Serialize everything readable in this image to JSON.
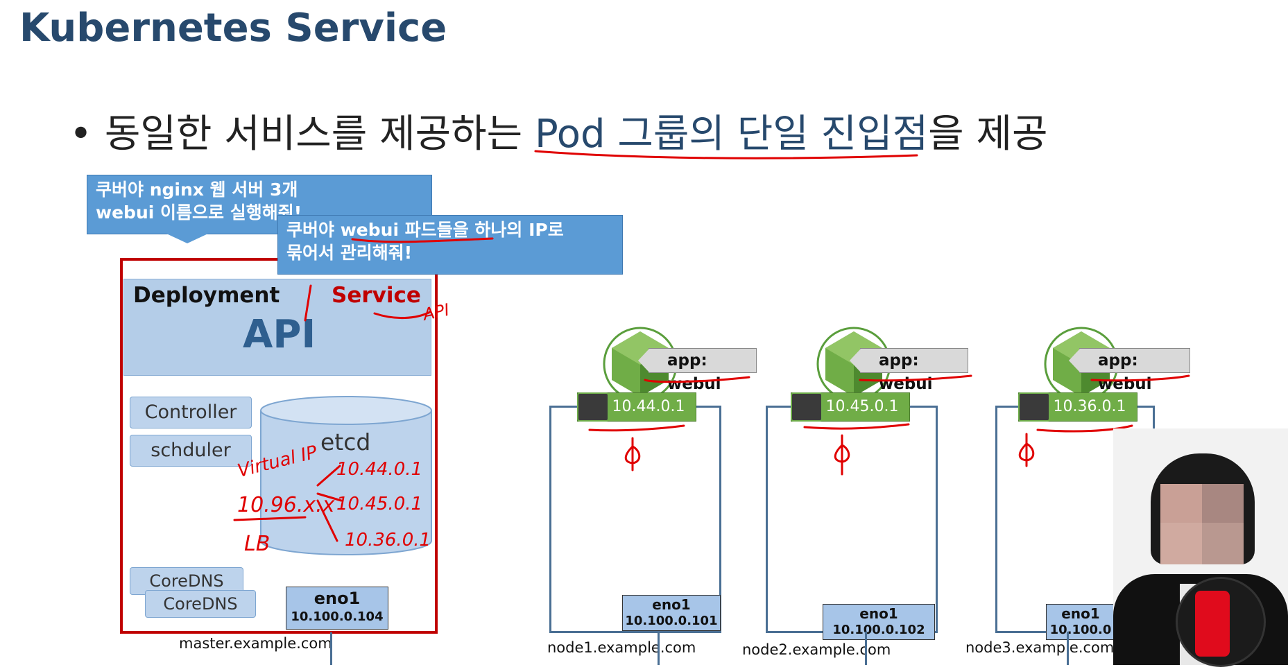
{
  "title": "Kubernetes Service",
  "bullet": {
    "marker": "•",
    "before": "동일한 서비스를 제공하는 ",
    "highlight": "Pod 그룹의 단일 진입점",
    "after": "을 제공"
  },
  "callouts": {
    "deploy_line1": "쿠버야 nginx 웹 서버 3개",
    "deploy_line2": "webui 이름으로 실행해줘!",
    "service_line1": "쿠버야 webui 파드들을 하나의 IP로",
    "service_line2": "묶어서 관리해줘!"
  },
  "master": {
    "deployment_label": "Deployment",
    "api_label": "API",
    "service_label": "Service",
    "controller": "Controller",
    "scheduler": "schduler",
    "etcd": "etcd",
    "coredns1": "CoreDNS",
    "coredns2": "CoreDNS",
    "eno_name": "eno1",
    "eno_ip": "10.100.0.104",
    "hostname": "master.example.com"
  },
  "nodes": [
    {
      "pod_ip": "10.44.0.1",
      "label": "app: webui",
      "eno_name": "eno1",
      "eno_ip": "10.100.0.101",
      "hostname": "node1.example.com"
    },
    {
      "pod_ip": "10.45.0.1",
      "label": "app: webui",
      "eno_name": "eno1",
      "eno_ip": "10.100.0.102",
      "hostname": "node2.example.com"
    },
    {
      "pod_ip": "10.36.0.1",
      "label": "app: webui",
      "eno_name": "eno1",
      "eno_ip": "10.100.0",
      "hostname": "node3.example.com"
    }
  ],
  "handwriting": {
    "virtual_ip": "Virtual IP",
    "cluster_ip": "10.96.x.x",
    "lb": "LB",
    "ip1": "10.44.0.1",
    "ip2": "10.45.0.1",
    "ip3": "10.36.0.1",
    "api_note": "API"
  },
  "colors": {
    "title": "#27496d",
    "master_border": "#c00000",
    "callout": "#5b9bd5",
    "pod": "#70ad47",
    "annotation": "#e00000"
  }
}
